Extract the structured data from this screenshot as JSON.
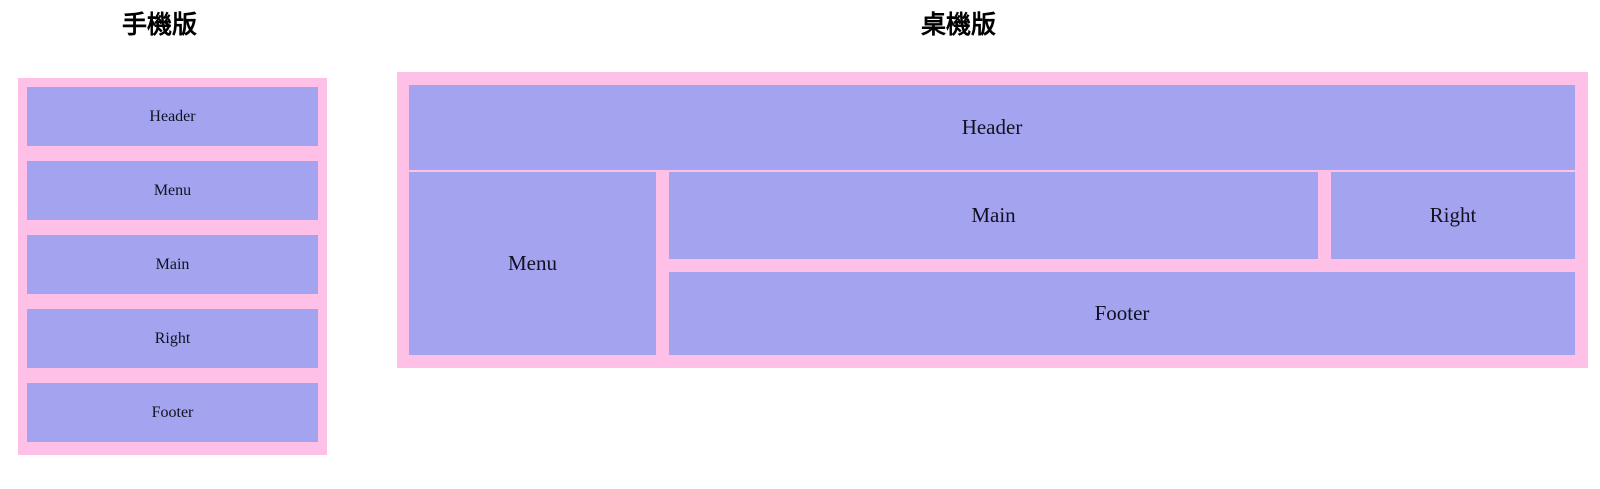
{
  "page": {
    "background_color": "#ffffff",
    "frame_color": "#ffc0e8",
    "block_color": "#a3a3ef",
    "text_color": "#111122",
    "title_color": "#000000"
  },
  "mobile": {
    "title": "手機版",
    "blocks": [
      {
        "label": "Header"
      },
      {
        "label": "Menu"
      },
      {
        "label": "Main"
      },
      {
        "label": "Right"
      },
      {
        "label": "Footer"
      }
    ]
  },
  "desktop": {
    "title": "桌機版",
    "blocks": [
      {
        "label": "Header"
      },
      {
        "label": "Menu"
      },
      {
        "label": "Main"
      },
      {
        "label": "Right"
      },
      {
        "label": "Footer"
      }
    ]
  }
}
